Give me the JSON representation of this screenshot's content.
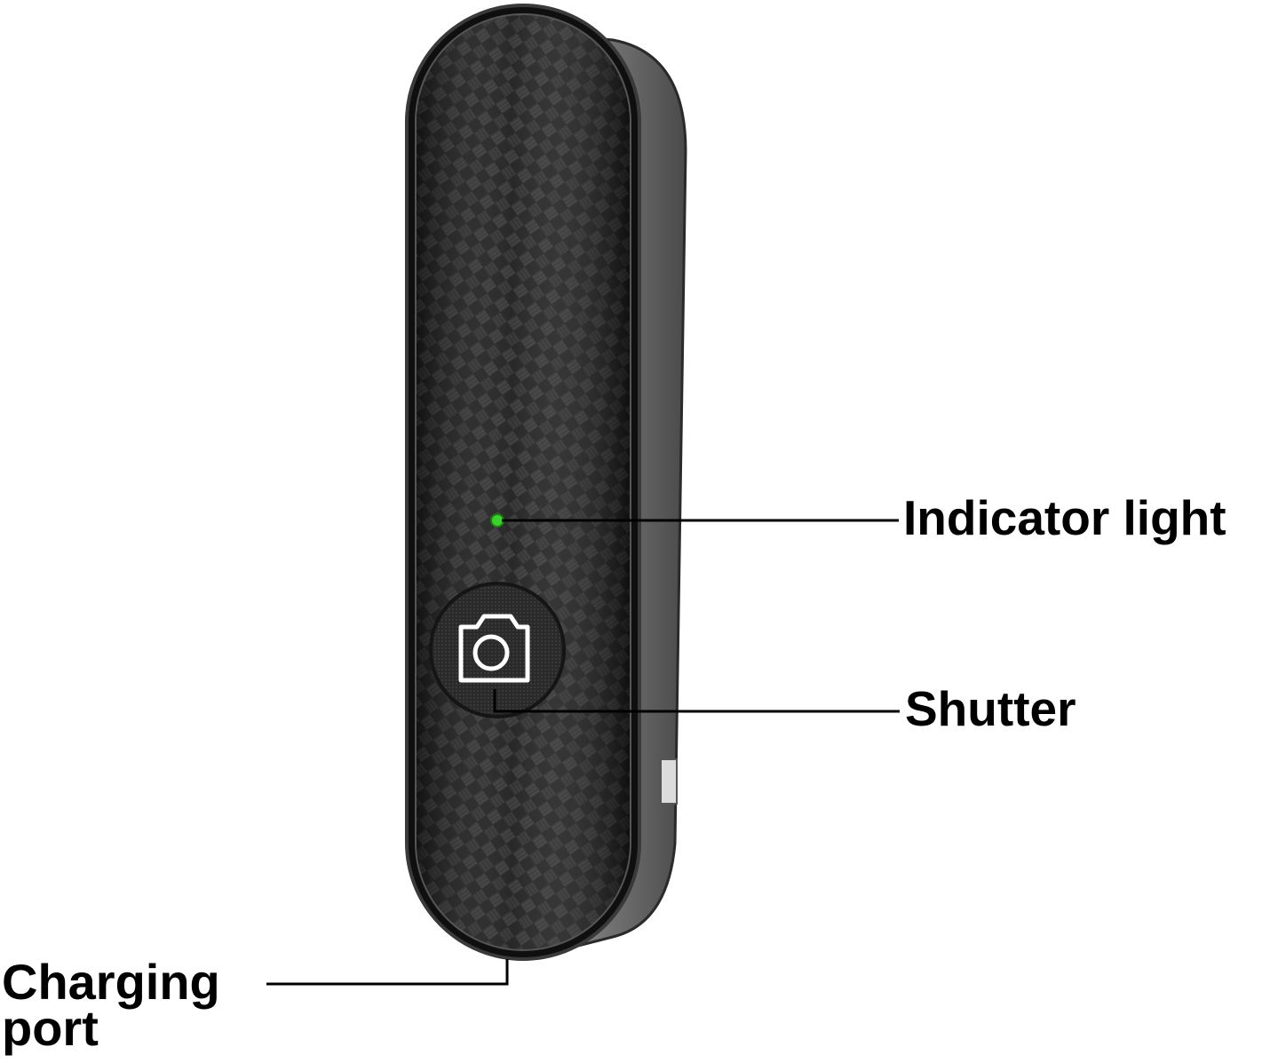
{
  "callouts": {
    "indicator_light": "Indicator light",
    "shutter": "Shutter",
    "charging_port_line1": "Charging",
    "charging_port_line2": "port"
  },
  "device": {
    "body_color": "#1b1b1b",
    "frame_color": "#6e6e6e",
    "indicator_color": "#3ad12a",
    "shutter_icon": "camera-icon"
  }
}
